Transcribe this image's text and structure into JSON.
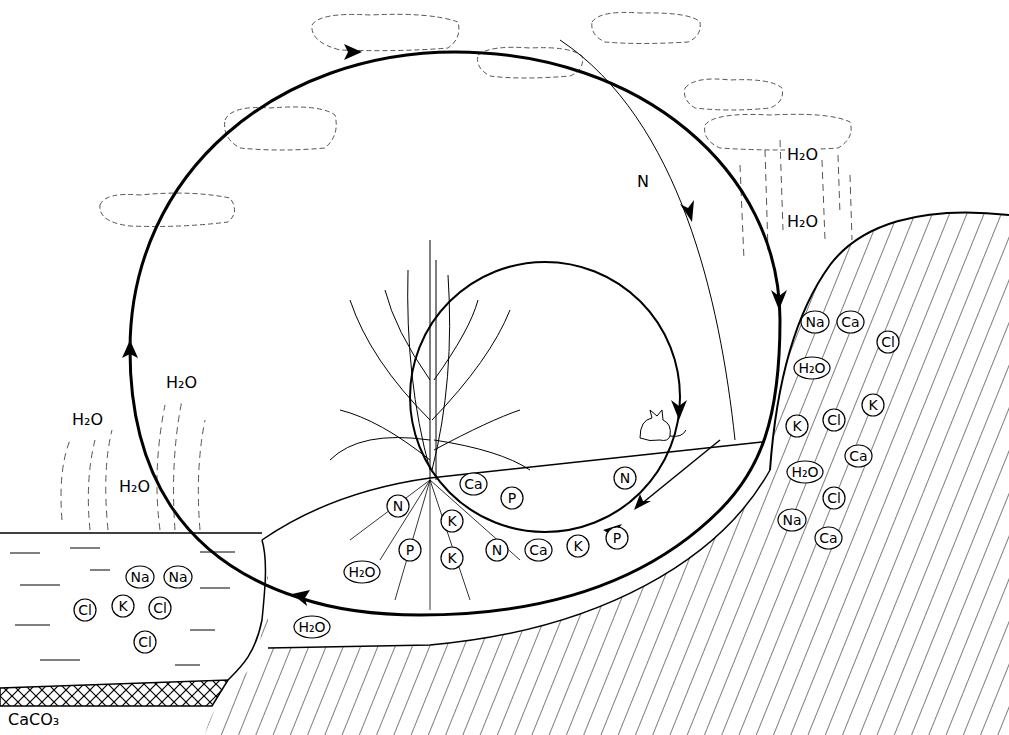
{
  "diagram": {
    "nodes": [
      {
        "text": [
          "Na"
        ]
      },
      {
        "text": [
          "Ca"
        ]
      },
      {
        "text": [
          "Cl"
        ]
      },
      {
        "text": [
          "H₂O"
        ]
      },
      {
        "text": [
          "K"
        ]
      },
      {
        "text": [
          "Cl"
        ]
      },
      {
        "text": [
          "K"
        ]
      },
      {
        "text": [
          "Ca"
        ]
      },
      {
        "text": [
          "H₂O"
        ]
      },
      {
        "text": [
          "Cl"
        ]
      },
      {
        "text": [
          "Na"
        ]
      },
      {
        "text": [
          "Ca"
        ]
      },
      {
        "text": [
          "Ca"
        ]
      },
      {
        "text": [
          "P"
        ]
      },
      {
        "text": [
          "N"
        ]
      },
      {
        "text": [
          "N"
        ]
      },
      {
        "text": [
          "K"
        ]
      },
      {
        "text": [
          "N"
        ]
      },
      {
        "text": [
          "Ca"
        ]
      },
      {
        "text": [
          "K"
        ]
      },
      {
        "text": [
          "P"
        ]
      },
      {
        "text": [
          "P"
        ]
      },
      {
        "text": [
          "K"
        ]
      },
      {
        "text": [
          "H₂O"
        ]
      },
      {
        "text": [
          "H₂O"
        ]
      },
      {
        "text": [
          "Na"
        ]
      },
      {
        "text": [
          "Na"
        ]
      },
      {
        "text": [
          "Cl"
        ]
      },
      {
        "text": [
          "K"
        ]
      },
      {
        "text": [
          "Cl"
        ]
      },
      {
        "text": [
          "Cl"
        ]
      }
    ],
    "labels": [
      "H₂O",
      "H₂O",
      "N",
      "H₂O",
      "H₂O",
      "H₂O",
      "CaCO₃"
    ]
  }
}
